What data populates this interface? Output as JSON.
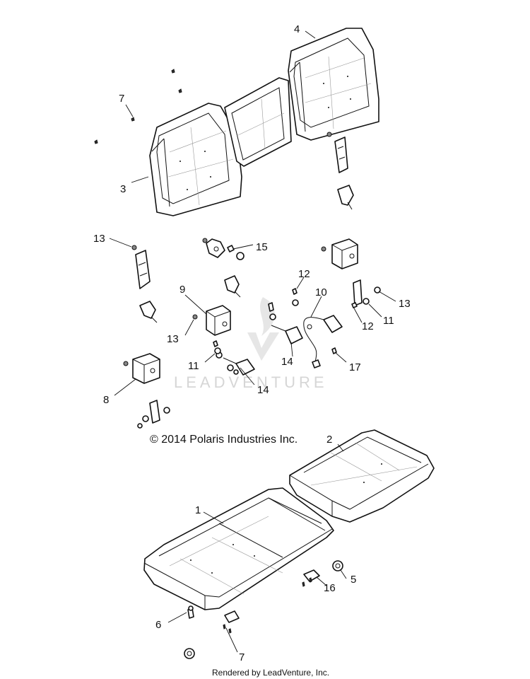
{
  "callouts": {
    "c1": "1",
    "c2": "2",
    "c3": "3",
    "c4": "4",
    "c5": "5",
    "c6": "6",
    "c7a": "7",
    "c7b": "7",
    "c8": "8",
    "c9": "9",
    "c10": "10",
    "c11a": "11",
    "c11b": "11",
    "c12a": "12",
    "c12b": "12",
    "c13a": "13",
    "c13b": "13",
    "c13c": "13",
    "c14a": "14",
    "c14b": "14",
    "c15": "15",
    "c16": "16",
    "c17": "17"
  },
  "copyright": "© 2014 Polaris Industries Inc.",
  "watermark": "LEADVENTURE",
  "footer": "Rendered by LeadVenture, Inc."
}
